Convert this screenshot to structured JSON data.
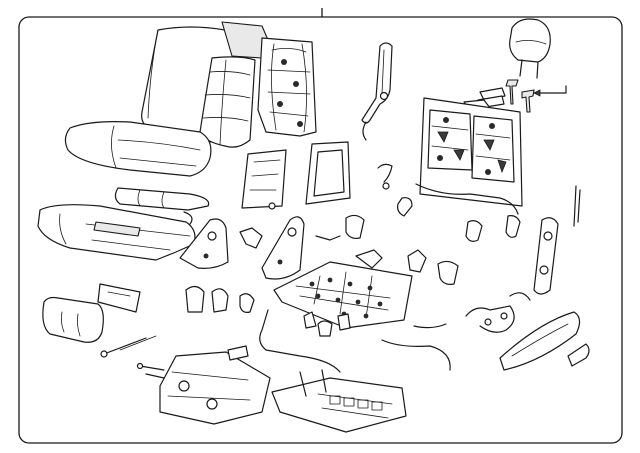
{
  "diagram": {
    "colors": {
      "line": "#1a1a1a",
      "background": "#ffffff",
      "border": "#1a1a1a"
    },
    "parts": [
      "seat-back-cushion-left",
      "seat-back-cover",
      "seat-back-panel",
      "seat-cushion-pad",
      "seat-cushion-cover",
      "seat-cushion-frame-trim",
      "seat-belt-guide",
      "headrest",
      "headrest-guides",
      "seat-back-frame-right",
      "back-panel-insert-1",
      "back-panel-insert-2",
      "seat-frame-pan",
      "seat-track",
      "wiring-harness",
      "side-shield",
      "recliner-bracket",
      "seat-base-tray",
      "storage-bin",
      "gas-strut",
      "brackets",
      "pointer-arrow"
    ]
  }
}
